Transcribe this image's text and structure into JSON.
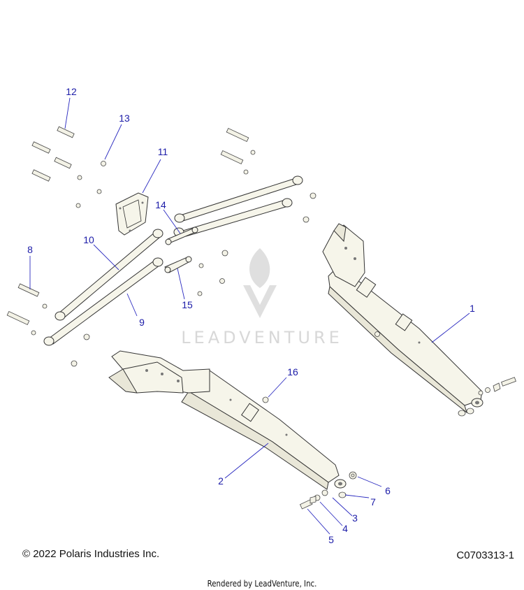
{
  "callouts": [
    {
      "id": "1",
      "label": "1"
    },
    {
      "id": "2",
      "label": "2"
    },
    {
      "id": "3",
      "label": "3"
    },
    {
      "id": "4",
      "label": "4"
    },
    {
      "id": "5",
      "label": "5"
    },
    {
      "id": "6",
      "label": "6"
    },
    {
      "id": "7",
      "label": "7"
    },
    {
      "id": "8",
      "label": "8"
    },
    {
      "id": "9",
      "label": "9"
    },
    {
      "id": "10",
      "label": "10"
    },
    {
      "id": "11",
      "label": "11"
    },
    {
      "id": "12",
      "label": "12"
    },
    {
      "id": "13",
      "label": "13"
    },
    {
      "id": "14",
      "label": "14"
    },
    {
      "id": "15",
      "label": "15"
    },
    {
      "id": "16",
      "label": "16"
    }
  ],
  "watermark": {
    "text": "LEADVENTURE"
  },
  "footer": {
    "copyright": "© 2022 Polaris Industries Inc.",
    "diagram_code": "C0703313-1",
    "rendered_by": "Rendered by LeadVenture, Inc."
  },
  "colors": {
    "callout": "#1c1ca8",
    "part_fill": "#f6f5ea",
    "outline": "#333333"
  }
}
